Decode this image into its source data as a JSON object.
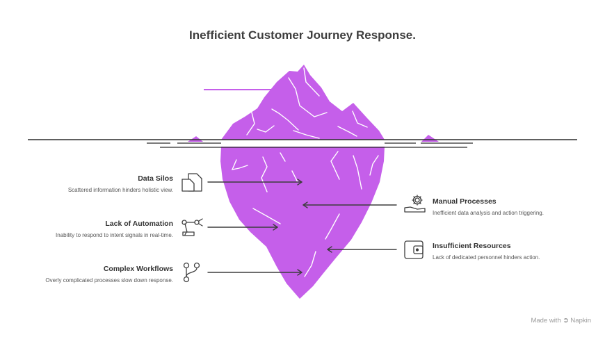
{
  "title": "Inefficient Customer Journey Response.",
  "colors": {
    "iceberg": "#c55fea",
    "crack": "#ffffff",
    "ink": "#3d3d3d",
    "waterline": "#2b2b2b"
  },
  "items": [
    {
      "heading": "Data Silos",
      "description": "Scattered information hinders holistic view.",
      "icon": "documents-icon"
    },
    {
      "heading": "Lack of Automation",
      "description": "Inability to respond to intent signals in real-time.",
      "icon": "robot-arm-icon"
    },
    {
      "heading": "Complex Workflows",
      "description": "Overly complicated processes slow down response.",
      "icon": "branch-icon"
    },
    {
      "heading": "Manual Processes",
      "description": "Inefficient data analysis and action triggering.",
      "icon": "gear-hand-icon"
    },
    {
      "heading": "Insufficient Resources",
      "description": "Lack of dedicated personnel hinders action.",
      "icon": "wallet-icon"
    }
  ],
  "footer": {
    "made_with": "Made with",
    "brand": "Napkin"
  }
}
